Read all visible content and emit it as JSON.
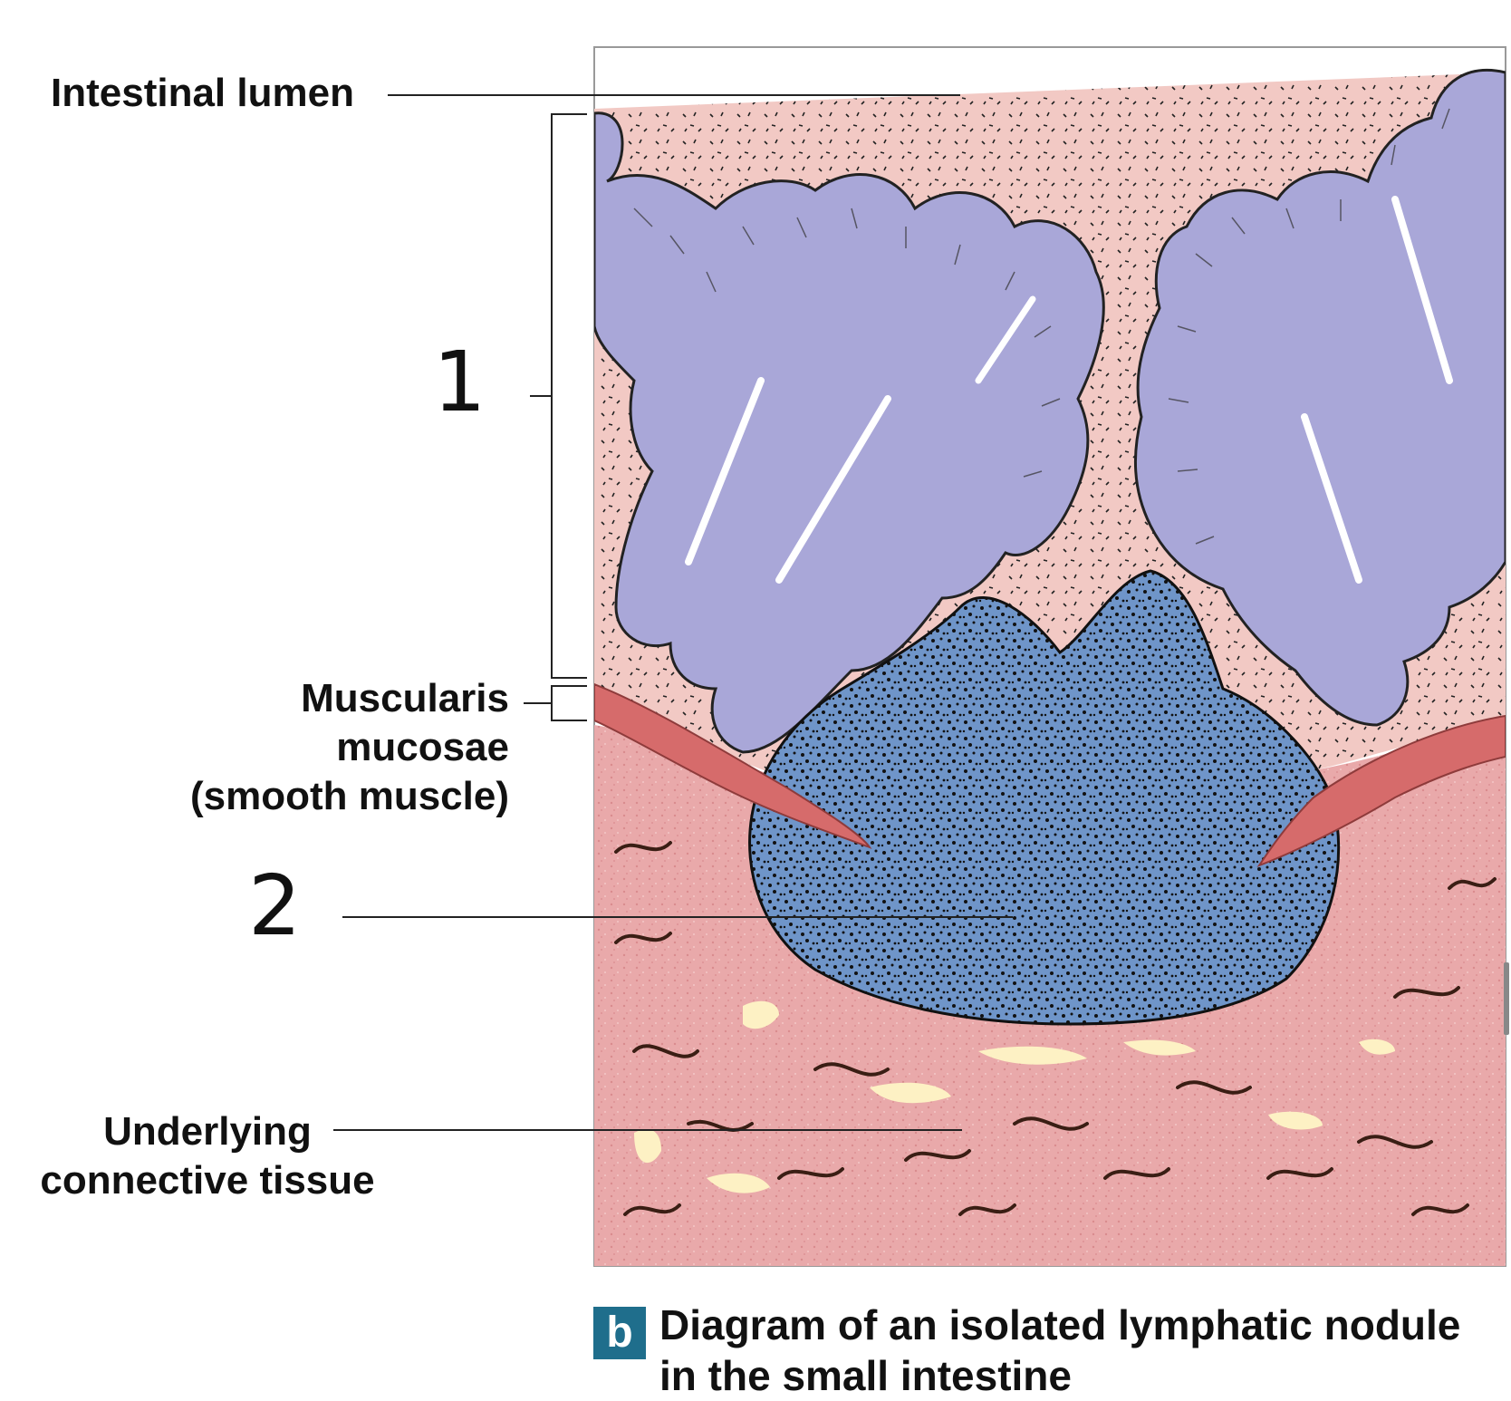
{
  "labels": {
    "intestinal_lumen": "Intestinal lumen",
    "marker_1": "1",
    "muscularis_line1": "Muscularis",
    "muscularis_line2": "mucosae",
    "muscularis_line3": "(smooth muscle)",
    "marker_2": "2",
    "underlying_line1": "Underlying",
    "underlying_line2": "connective tissue"
  },
  "caption": {
    "badge": "b",
    "line1": "Diagram of an isolated lymphatic nodule",
    "line2": "in the small intestine"
  },
  "colors": {
    "epithelium": "#a9a7d8",
    "lamina_propria": "#f2c9c4",
    "connective": "#e8a8a8",
    "nodule": "#6e94c8",
    "muscle": "#d66b6b",
    "fat": "#fdf1c4",
    "caption_badge": "#1f6e8c"
  }
}
